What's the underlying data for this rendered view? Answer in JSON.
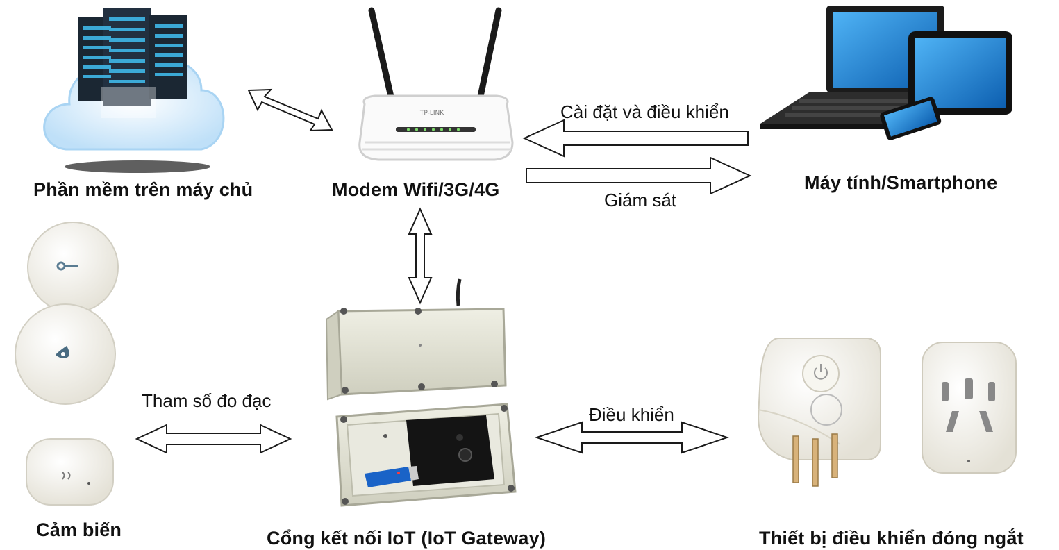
{
  "nodes": {
    "server": {
      "label": "Phần mềm trên máy chủ",
      "icon": "server-cloud-icon"
    },
    "modem": {
      "label": "Modem Wifi/3G/4G",
      "icon": "router-icon",
      "brand": "TP-LINK"
    },
    "computer": {
      "label": "Máy tính/Smartphone",
      "icon": "laptop-tablet-phone-icon"
    },
    "sensor": {
      "label": "Cảm biến",
      "icon": "sensor-devices-icon"
    },
    "gateway": {
      "label": "Cổng kết nối IoT (IoT Gateway)",
      "icon": "gateway-box-icon"
    },
    "switch": {
      "label": "Thiết bị điều khiển đóng ngắt",
      "icon": "smart-plug-icon"
    }
  },
  "edges": {
    "setup_control": "Cài đặt và điều khiển",
    "monitoring": "Giám sát",
    "measured_params": "Tham số đo đạc",
    "control": "Điều khiển"
  },
  "colors": {
    "cloud": "#d9ecfb",
    "rack": "#1b2733",
    "rack_light": "#3fb8e8",
    "screen": "#1f86d8",
    "device": "#f1f0ea",
    "enclosure": "#e6e6d8",
    "arrow_stroke": "#1a1a1a"
  }
}
